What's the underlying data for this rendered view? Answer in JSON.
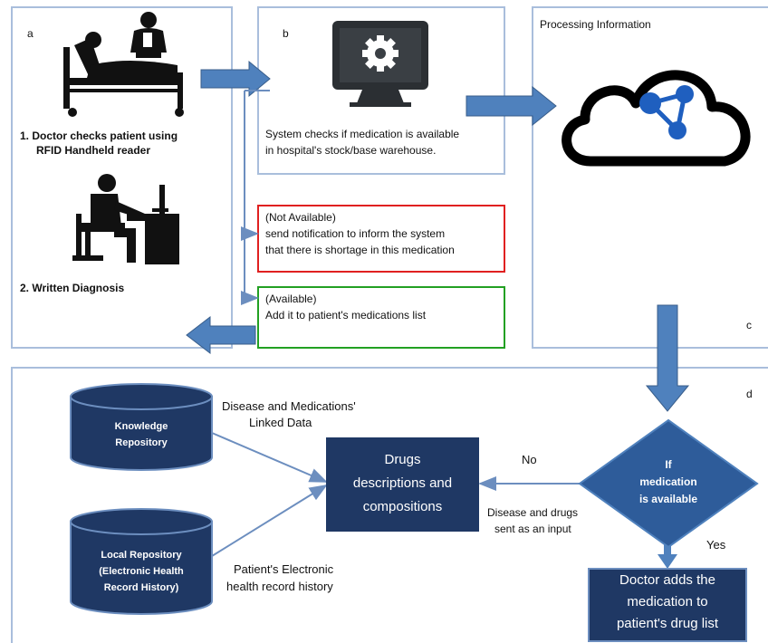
{
  "panel_a": {
    "letter": "a",
    "step1_line1": "1.  Doctor checks patient using",
    "step1_line2": "RFID Handheld reader",
    "step2": "2.  Written Diagnosis"
  },
  "panel_b": {
    "letter": "b",
    "line1": "System checks if medication is available",
    "line2": "in hospital's stock/base warehouse."
  },
  "not_available_box": {
    "line1": "(Not Available)",
    "line2": "send notification to inform the system",
    "line3": "that there is shortage in this medication"
  },
  "available_box": {
    "line1": "(Available)",
    "line2": "Add it to patient's medications list"
  },
  "panel_c": {
    "title": "Processing Information",
    "letter": "c"
  },
  "panel_d": {
    "letter": "d",
    "knowledge_repo_line1": "Knowledge",
    "knowledge_repo_line2": "Repository",
    "local_repo_line1": "Local Repository",
    "local_repo_line2": "(Electronic Health",
    "local_repo_line3": "Record History)",
    "label_linked_line1": "Disease and Medications'",
    "label_linked_line2": "Linked Data",
    "label_ehr_line1": "Patient's Electronic",
    "label_ehr_line2": "health record history",
    "drugs_box_line1": "Drugs",
    "drugs_box_line2": "descriptions and",
    "drugs_box_line3": "compositions",
    "no_label": "No",
    "input_label_line1": "Disease and drugs",
    "input_label_line2": "sent as an input",
    "diamond_line1": "If",
    "diamond_line2": "medication",
    "diamond_line3": "is available",
    "yes_label": "Yes",
    "doctor_box_line1": "Doctor adds the",
    "doctor_box_line2": "medication to",
    "doctor_box_line3": "patient's drug list"
  },
  "colors": {
    "panel_border": "#a9bedc",
    "arrow_fill": "#4f81bd",
    "connector": "#6c8ebf",
    "dark_box": "#1f3864",
    "diamond": "#2e5c9a",
    "cloud_icon": "#1f5fbf",
    "not_available_border": "#e02020",
    "available_border": "#22a022"
  }
}
